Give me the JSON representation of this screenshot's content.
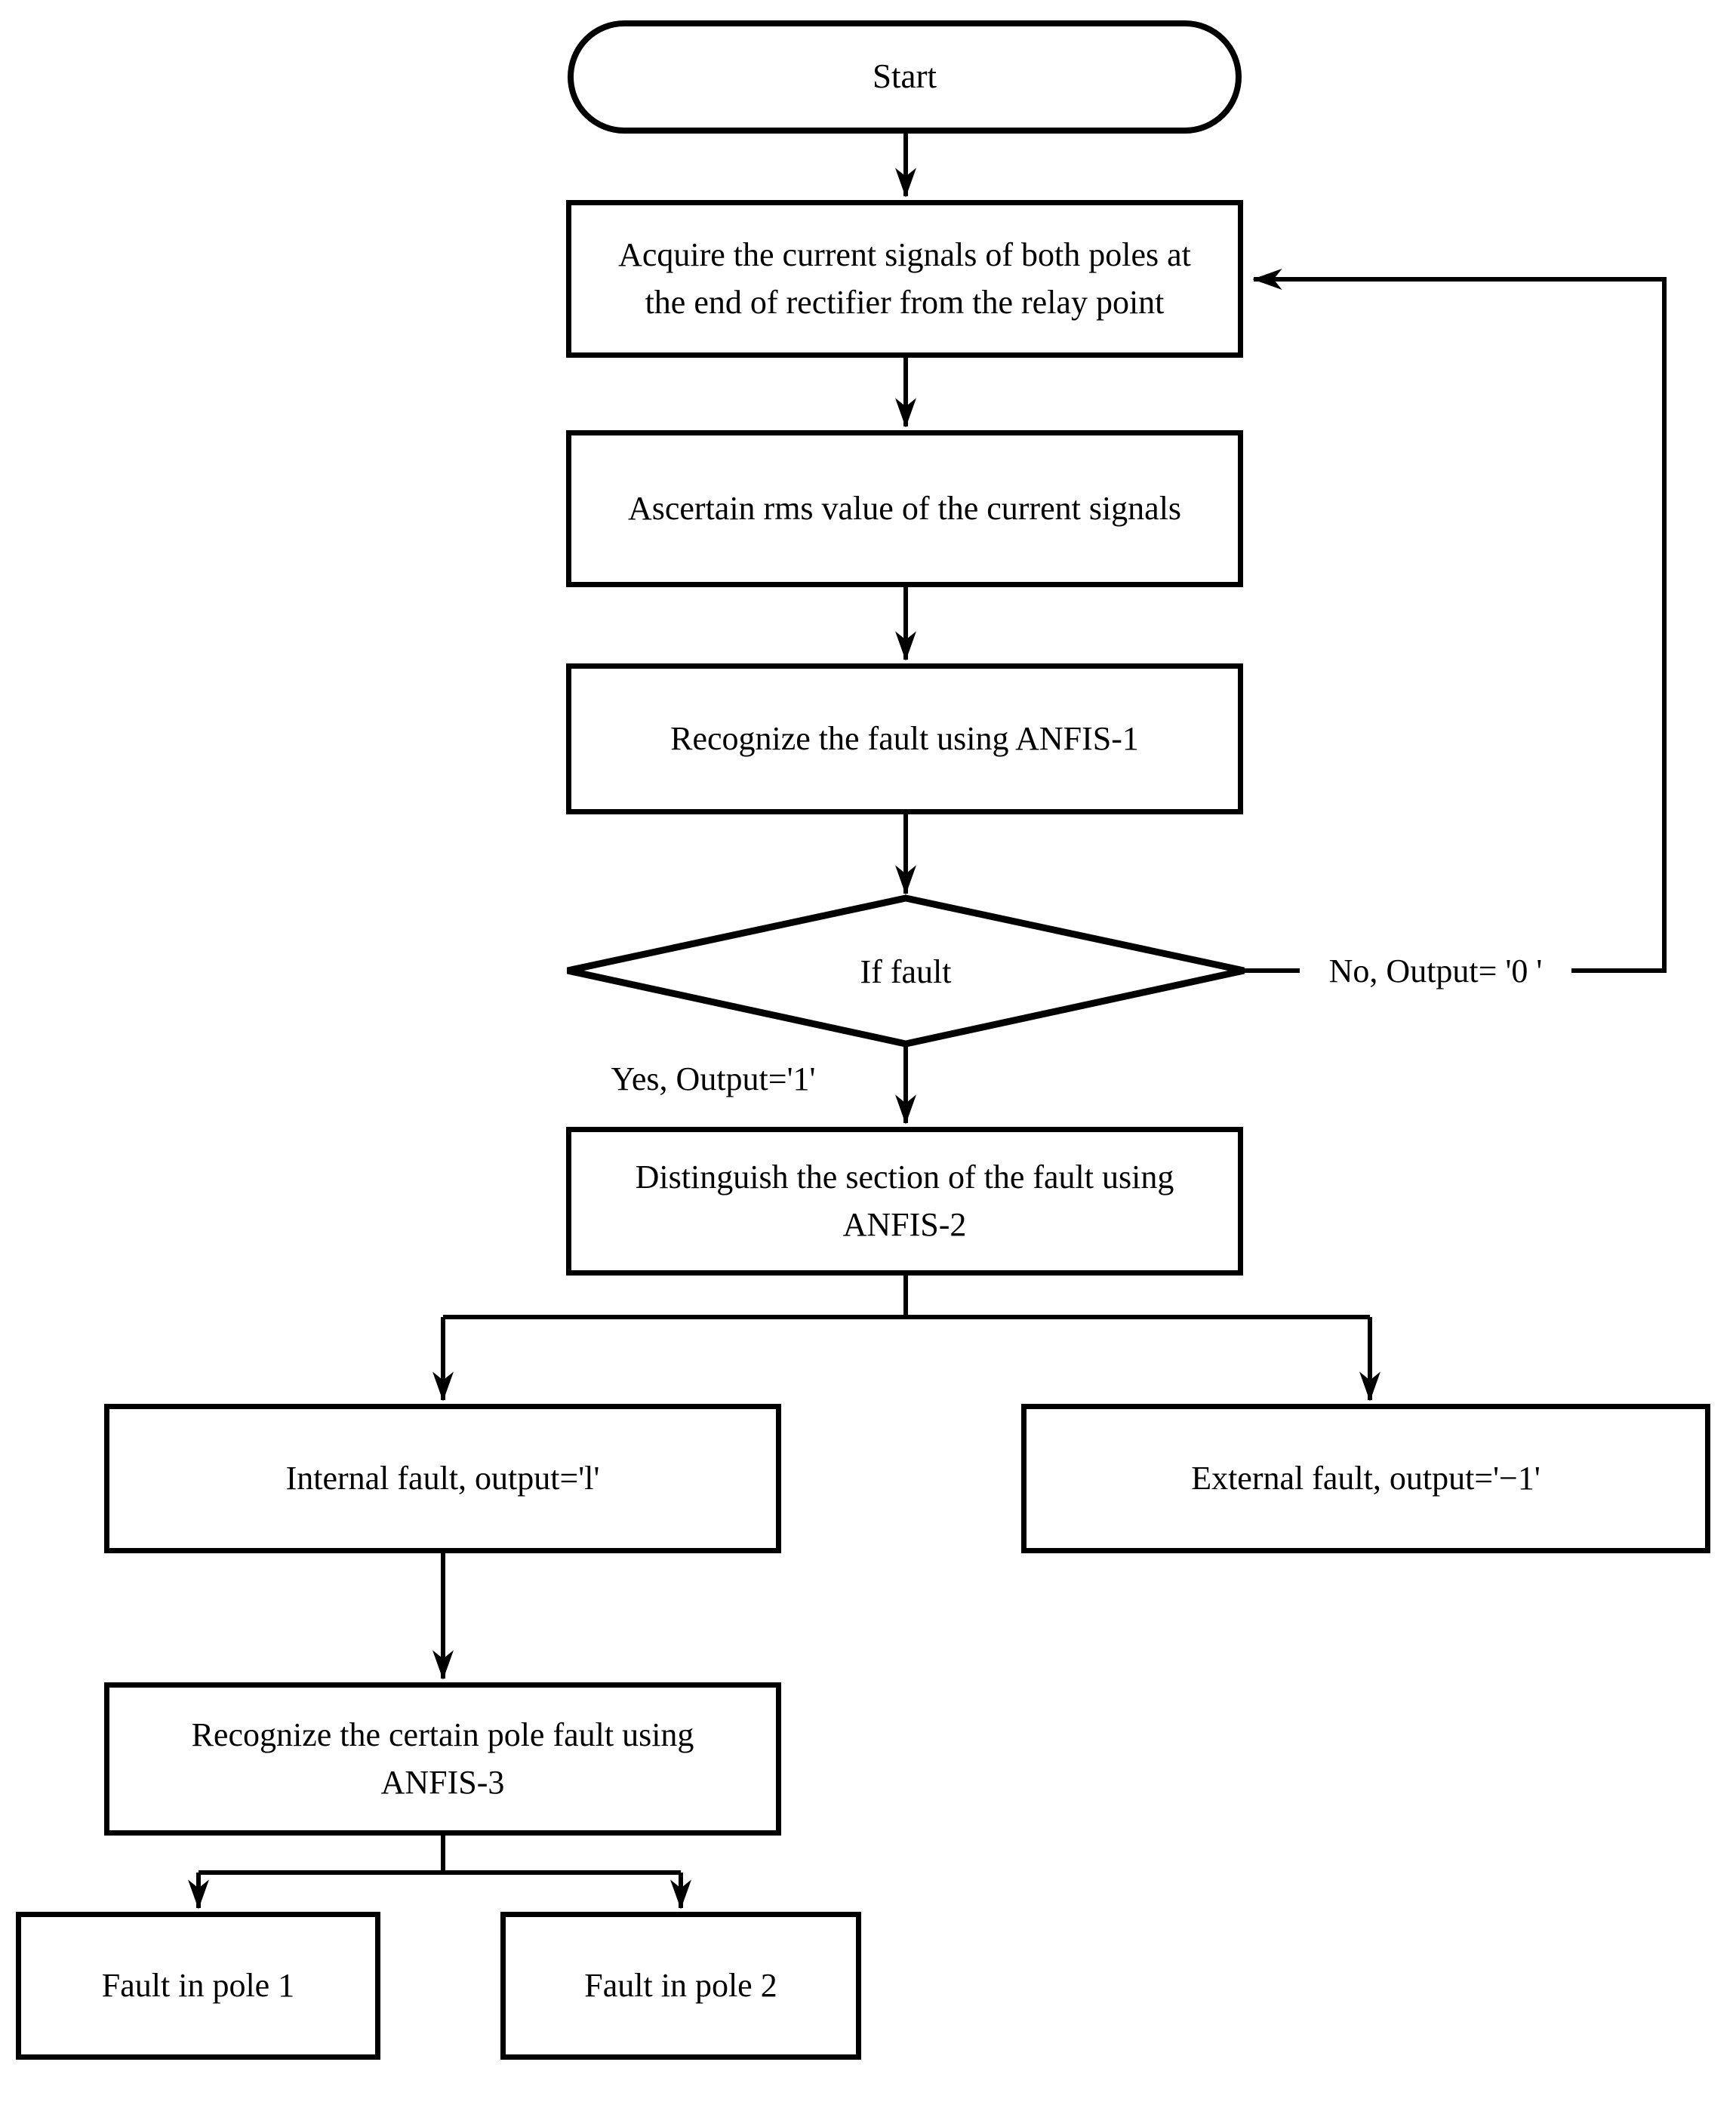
{
  "diagram": {
    "title": "ANFIS-based HVDC fault identification flowchart",
    "colors": {
      "line": "#000000",
      "text": "#000000",
      "node_fill": "#ffffff",
      "background": "#ffffff"
    },
    "nodes": {
      "start": {
        "type": "terminator",
        "label": "Start",
        "lines": [
          "Start"
        ]
      },
      "acquire": {
        "type": "process",
        "label": "Acquire the current signals of both poles at the end of rectifier from the relay point",
        "lines": [
          "Acquire the current signals of both poles at",
          "the end of rectifier from the relay point"
        ]
      },
      "ascertain": {
        "type": "process",
        "label": "Ascertain rms value of the current signals",
        "lines": [
          "Ascertain rms value of the current signals"
        ]
      },
      "anfis1": {
        "type": "process",
        "label": "Recognize the fault using ANFIS-1",
        "lines": [
          "Recognize the fault using ANFIS-1"
        ]
      },
      "decision": {
        "type": "decision",
        "label": "If fault",
        "lines": [
          "If fault"
        ]
      },
      "anfis2": {
        "type": "process",
        "label": "Distinguish the section of the fault using ANFIS-2",
        "lines": [
          "Distinguish the section of the fault using",
          "ANFIS-2"
        ]
      },
      "internal": {
        "type": "process",
        "label": "Internal fault, output='l'",
        "lines": [
          "Internal fault, output='l'"
        ]
      },
      "external": {
        "type": "process",
        "label": "External fault, output='−1'",
        "lines": [
          "External fault, output='−1'"
        ]
      },
      "anfis3": {
        "type": "process",
        "label": "Recognize the certain pole fault using ANFIS-3",
        "lines": [
          "Recognize the certain pole fault using",
          "ANFIS-3"
        ]
      },
      "pole1": {
        "type": "process",
        "label": "Fault in pole 1",
        "lines": [
          "Fault in pole 1"
        ]
      },
      "pole2": {
        "type": "process",
        "label": "Fault in pole 2",
        "lines": [
          "Fault in pole 2"
        ]
      }
    },
    "edge_labels": {
      "yes": "Yes, Output='1'",
      "no": "No, Output= '0 '"
    }
  }
}
